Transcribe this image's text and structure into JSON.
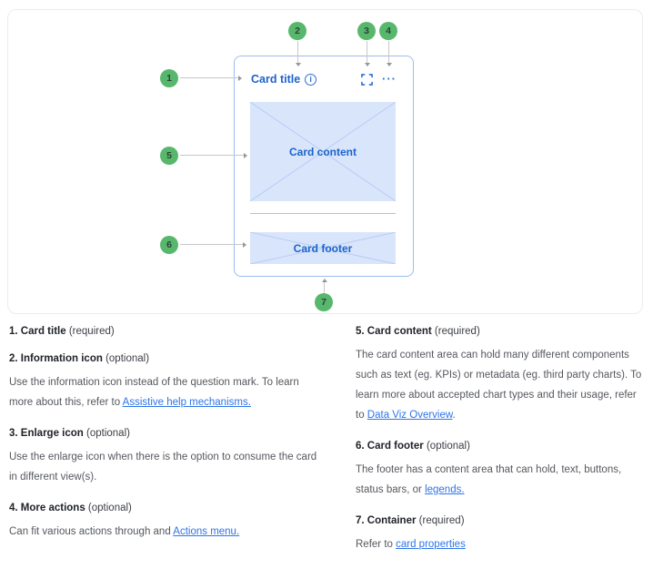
{
  "diagram": {
    "card": {
      "title": "Card title",
      "info_glyph": "i",
      "more_glyph": "···",
      "content_label": "Card content",
      "footer_label": "Card footer"
    },
    "callouts": [
      "1",
      "2",
      "3",
      "4",
      "5",
      "6",
      "7"
    ]
  },
  "colors": {
    "card_accent_blue": "#1b63cc",
    "icon_blue": "#2e6fd4",
    "placeholder_fill": "#d9e5fb",
    "card_border_blue": "#9cbdf0",
    "callout_green": "#57b76c",
    "link_blue": "#2e74e8"
  },
  "left_items": [
    {
      "heading": "1. Card title",
      "qualifier": "(required)"
    },
    {
      "heading": "2. Information icon",
      "qualifier": "(optional)",
      "body_before": "Use the information icon instead of the question mark. To learn more about this, refer to ",
      "link_text": "Assistive help mechanisms.",
      "body_after": ""
    },
    {
      "heading": "3. Enlarge icon",
      "qualifier": "(optional)",
      "body_before": "Use the enlarge icon when there is the option to consume the card in different view(s).",
      "link_text": "",
      "body_after": ""
    },
    {
      "heading": "4. More actions",
      "qualifier": "(optional)",
      "body_before": "Can fit various actions through and ",
      "link_text": "Actions menu.",
      "body_after": ""
    }
  ],
  "right_items": [
    {
      "heading": "5. Card content",
      "qualifier": "(required)",
      "body_before": "The card content area can hold many different components such as text (eg. KPIs) or metadata (eg. third party charts). To learn more about accepted chart types and their usage, refer to ",
      "link_text": "Data Viz Overview",
      "body_after": "."
    },
    {
      "heading": "6. Card footer",
      "qualifier": "(optional)",
      "body_before": "The footer has a content area that can hold, text, buttons, status bars, or ",
      "link_text": "legends.",
      "body_after": ""
    },
    {
      "heading": "7. Container",
      "qualifier": "(required)",
      "body_before": "Refer to ",
      "link_text": "card properties",
      "body_after": ""
    }
  ]
}
